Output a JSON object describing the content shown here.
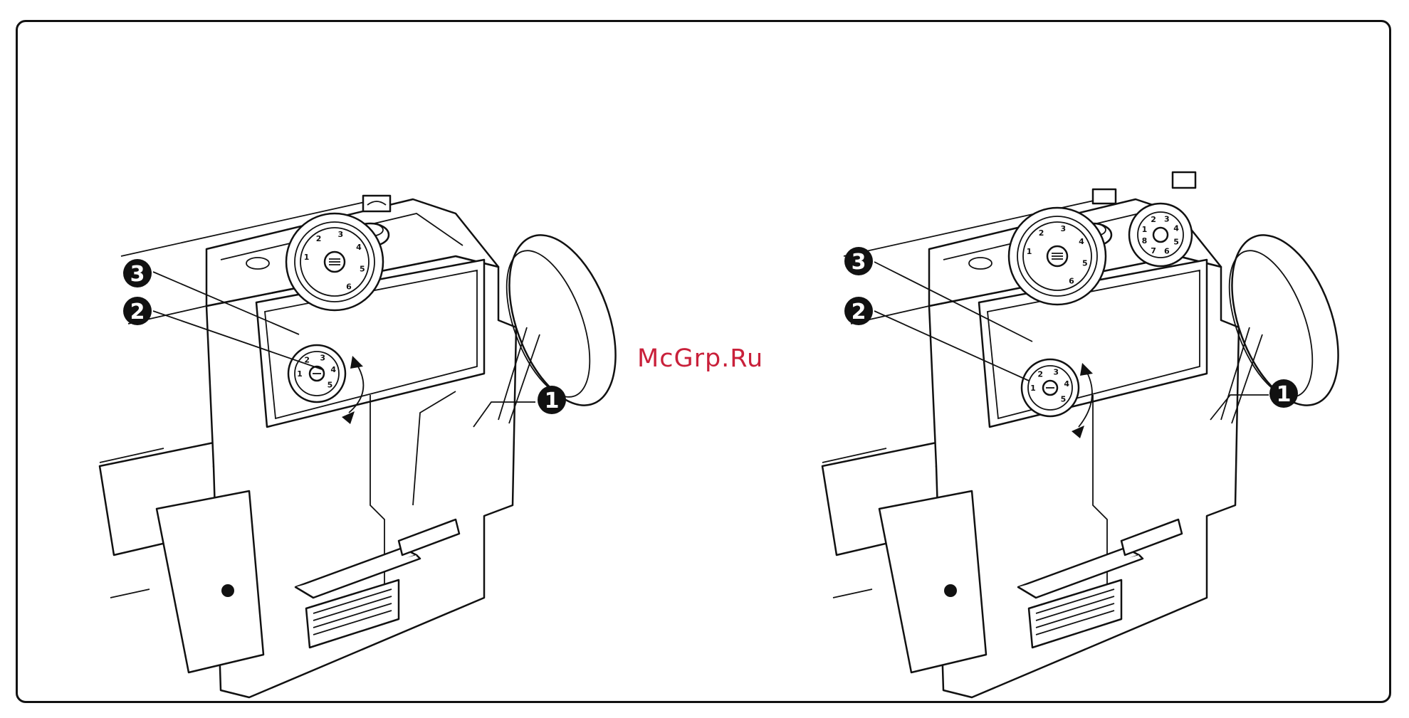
{
  "watermark": "McGrp.Ru",
  "figures": [
    {
      "id": "left",
      "callouts": [
        {
          "label": "3"
        },
        {
          "label": "2"
        },
        {
          "label": "1"
        }
      ],
      "large_dial_numbers": [
        "1",
        "2",
        "3",
        "4",
        "5",
        "6"
      ],
      "small_dial_numbers": [
        "1",
        "2",
        "3",
        "4",
        "5"
      ]
    },
    {
      "id": "right",
      "callouts": [
        {
          "label": "3"
        },
        {
          "label": "2"
        },
        {
          "label": "1"
        }
      ],
      "large_dial_numbers": [
        "1",
        "2",
        "3",
        "4",
        "5",
        "6"
      ],
      "small_dial_numbers": [
        "1",
        "2",
        "3",
        "4",
        "5"
      ],
      "extra_dial_numbers": [
        "1",
        "2",
        "3",
        "4",
        "5",
        "6",
        "7",
        "8"
      ]
    }
  ],
  "colors": {
    "line": "#111111",
    "watermark": "#c9203a",
    "background": "#ffffff"
  }
}
